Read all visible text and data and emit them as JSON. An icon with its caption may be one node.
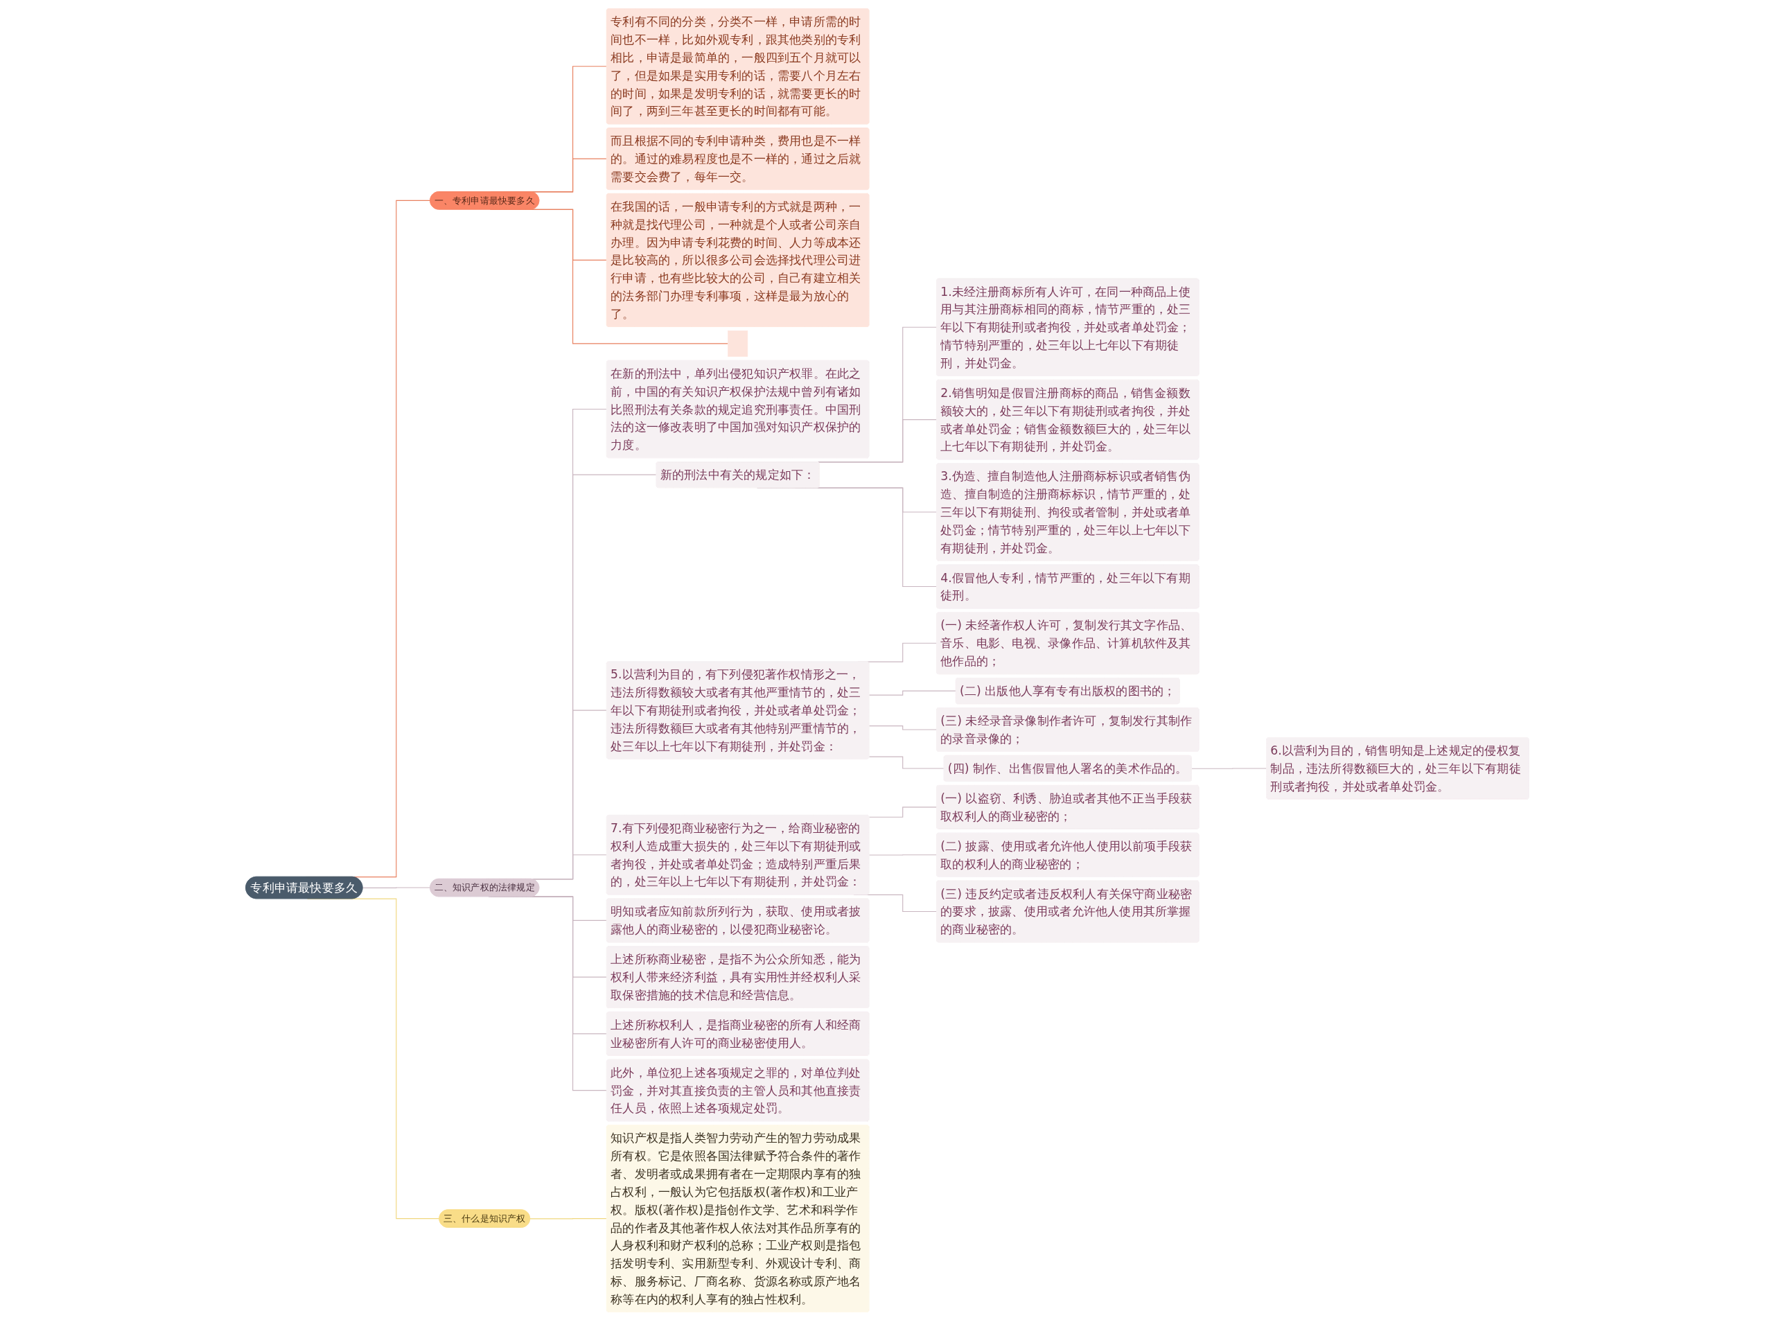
{
  "diagram": {
    "nodes": [
      {
        "text": [
          "专利申请最快要多久"
        ]
      },
      {
        "text": [
          "一、专利申请最快要多久"
        ]
      },
      {
        "text": [
          "专利有不同的分类，分类不一样，申请所需的时间也不一样，比如外观专利，跟其他类别的专利相比，申请是最简单的，一般四到五个月就可以了，但是如果是实用专利的话，需要八个月左右的时间，如果是发明专利的话，就需要更长的时间了，两到三年甚至更长的时间都有可能。"
        ]
      },
      {
        "text": [
          "而且根据不同的专利申请种类，费用也是不一样的。通过的难易程度也是不一样的，通过之后就需要交会费了，每年一交。"
        ]
      },
      {
        "text": [
          "在我国的话，一般申请专利的方式就是两种，一种就是找代理公司，一种就是个人或者公司亲自办理。因为申请专利花费的时间、人力等成本还是比较高的，所以很多公司会选择找代理公司进行申请，也有些比较大的公司，自己有建立相关的法务部门办理专利事项，这样是最为放心的了。"
        ]
      },
      {
        "text": [],
        "shape": "box"
      },
      {
        "text": [
          "二、知识产权的法律规定"
        ]
      },
      {
        "text": [
          "在新的刑法中，单列出侵犯知识产权罪。在此之前，中国的有关知识产权保护法规中曾列有诸如比照刑法有关条款的规定追究刑事责任。中国刑法的这一修改表明了中国加强对知识产权保护的力度。"
        ]
      },
      {
        "text": [
          "新的刑法中有关的规定如下："
        ]
      },
      {
        "text": [
          "1.未经注册商标所有人许可，在同一种商品上使用与其注册商标相同的商标，情节严重的，处三年以下有期徒刑或者拘役，并处或者单处罚金；情节特别严重的，处三年以上七年以下有期徒刑，并处罚金。"
        ]
      },
      {
        "text": [
          "2.销售明知是假冒注册商标的商品，销售金额数额较大的，处三年以下有期徒刑或者拘役，并处或者单处罚金；销售金额数额巨大的，处三年以上七年以下有期徒刑，并处罚金。"
        ]
      },
      {
        "text": [
          "3.伪造、擅自制造他人注册商标标识或者销售伪造、擅自制造的注册商标标识，情节严重的，处三年以下有期徒刑、拘役或者管制，并处或者单处罚金；情节特别严重的，处三年以上七年以下有期徒刑，并处罚金。"
        ]
      },
      {
        "text": [
          "4.假冒他人专利，情节严重的，处三年以下有期徒刑。"
        ]
      },
      {
        "text": [
          "5.以营利为目的，有下列侵犯著作权情形之一，违法所得数额较大或者有其他严重情节的，处三年以下有期徒刑或者拘役，并处或者单处罚金；违法所得数额巨大或者有其他特别严重情节的，处三年以上七年以下有期徒刑，并处罚金："
        ]
      },
      {
        "text": [
          "(一) 未经著作权人许可，复制发行其文字作品、音乐、电影、电视、录像作品、计算机软件及其他作品的；"
        ]
      },
      {
        "text": [
          "(二) 出版他人享有专有出版权的图书的；"
        ]
      },
      {
        "text": [
          "(三) 未经录音录像制作者许可，复制发行其制作的录音录像的；"
        ]
      },
      {
        "text": [
          "(四) 制作、出售假冒他人署名的美术作品的。"
        ]
      },
      {
        "text": [
          "6.以营利为目的，销售明知是上述规定的侵权复制品，违法所得数额巨大的，处三年以下有期徒刑或者拘役，并处或者单处罚金。"
        ]
      },
      {
        "text": [
          "7.有下列侵犯商业秘密行为之一，给商业秘密的权利人造成重大损失的，处三年以下有期徒刑或者拘役，并处或者单处罚金；造成特别严重后果的，处三年以上七年以下有期徒刑，并处罚金："
        ]
      },
      {
        "text": [
          "(一) 以盗窃、利诱、胁迫或者其他不正当手段获取权利人的商业秘密的；"
        ]
      },
      {
        "text": [
          "(二) 披露、使用或者允许他人使用以前项手段获取的权利人的商业秘密的；"
        ]
      },
      {
        "text": [
          "(三) 违反约定或者违反权利人有关保守商业秘密的要求，披露、使用或者允许他人使用其所掌握的商业秘密的。"
        ]
      },
      {
        "text": [
          "明知或者应知前款所列行为，获取、使用或者披露他人的商业秘密的，以侵犯商业秘密论。"
        ]
      },
      {
        "text": [
          "上述所称商业秘密，是指不为公众所知悉，能为权利人带来经济利益，具有实用性并经权利人采取保密措施的技术信息和经营信息。"
        ]
      },
      {
        "text": [
          "上述所称权利人，是指商业秘密的所有人和经商业秘密所有人许可的商业秘密使用人。"
        ]
      },
      {
        "text": [
          "此外，单位犯上述各项规定之罪的，对单位判处罚金，并对其直接负责的主管人员和其他直接责任人员，依照上述各项规定处罚。"
        ]
      },
      {
        "text": [
          "三、什么是知识产权"
        ]
      },
      {
        "text": [
          "知识产权是指人类智力劳动产生的智力劳动成果所有权。它是依照各国法律赋予符合条件的著作者、发明者或成果拥有者在一定期限内享有的独占权利，一般认为它包括版权(著作权)和工业产权。版权(著作权)是指创作文学、艺术和科学作品的作者及其他著作权人依法对其作品所享有的人身权利和财产权利的总称；工业产权则是指包括发明专利、实用新型专利、外观设计专利、商标、服务标记、厂商名称、货源名称或原产地名称等在内的权利人享有的独占性权利。"
        ]
      }
    ],
    "edges": [
      {
        "from": 0,
        "to": 1,
        "arrow": "none",
        "color": "#e8805f"
      },
      {
        "from": 1,
        "to": 2,
        "arrow": "none",
        "color": "#e8805f"
      },
      {
        "from": 1,
        "to": 3,
        "arrow": "none",
        "color": "#e8805f"
      },
      {
        "from": 1,
        "to": 4,
        "arrow": "none",
        "color": "#e8805f"
      },
      {
        "from": 1,
        "to": 5,
        "arrow": "none",
        "color": "#e8805f"
      },
      {
        "from": 0,
        "to": 6,
        "arrow": "none"
      },
      {
        "from": 6,
        "to": 7,
        "arrow": "none"
      },
      {
        "from": 6,
        "to": 8,
        "arrow": "none"
      },
      {
        "from": 8,
        "to": 9,
        "arrow": "none"
      },
      {
        "from": 8,
        "to": 10,
        "arrow": "none"
      },
      {
        "from": 8,
        "to": 11,
        "arrow": "none"
      },
      {
        "from": 8,
        "to": 12,
        "arrow": "none"
      },
      {
        "from": 6,
        "to": 13,
        "arrow": "none"
      },
      {
        "from": 13,
        "to": 14,
        "arrow": "none"
      },
      {
        "from": 13,
        "to": 15,
        "arrow": "none"
      },
      {
        "from": 13,
        "to": 16,
        "arrow": "none"
      },
      {
        "from": 13,
        "to": 17,
        "arrow": "none"
      },
      {
        "from": 17,
        "to": 18,
        "arrow": "none"
      },
      {
        "from": 6,
        "to": 19,
        "arrow": "none"
      },
      {
        "from": 19,
        "to": 20,
        "arrow": "none"
      },
      {
        "from": 19,
        "to": 21,
        "arrow": "none"
      },
      {
        "from": 19,
        "to": 22,
        "arrow": "none"
      },
      {
        "from": 6,
        "to": 23,
        "arrow": "none"
      },
      {
        "from": 6,
        "to": 24,
        "arrow": "none"
      },
      {
        "from": 6,
        "to": 25,
        "arrow": "none"
      },
      {
        "from": 6,
        "to": 26,
        "arrow": "none"
      },
      {
        "from": 0,
        "to": 27,
        "arrow": "none",
        "color": "#f0d77e"
      },
      {
        "from": 27,
        "to": 28,
        "arrow": "none",
        "color": "#f0d77e"
      }
    ]
  }
}
